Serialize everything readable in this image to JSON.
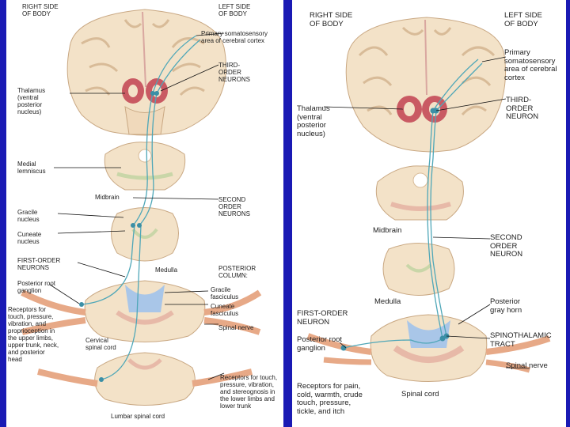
{
  "left": {
    "right_side": "RIGHT SIDE\nOF BODY",
    "left_side": "LEFT SIDE\nOF BODY",
    "somatosensory": "Primary somatosensory\narea of cerebral cortex",
    "third_order": "THIRD-\nORDER\nNEURONS",
    "thalamus": "Thalamus\n(ventral\nposterior\nnucleus)",
    "medial_lemniscus": "Medial\nlemniscus",
    "midbrain": "Midbrain",
    "second_order": "SECOND\nORDER\nNEURONS",
    "gracile_nucleus": "Gracile\nnucleus",
    "cuneate_nucleus": "Cuneate\nnucleus",
    "first_order": "FIRST-ORDER\nNEURONS",
    "medulla": "Medulla",
    "posterior_column": "POSTERIOR\nCOLUMN:",
    "posterior_root_ganglion": "Posterior root\nganglion",
    "gracile_fasciculus": "Gracile\nfasciculus",
    "cuneate_fasciculus": "Cuneate\nfasciculus",
    "receptors_upper": "Receptors for\ntouch, pressure,\nvibration, and\nproprioception in\nthe upper limbs,\nupper trunk, neck,\nand posterior\nhead",
    "spinal_nerve": "Spinal nerve",
    "cervical": "Cervical\nspinal cord",
    "receptors_lower": "Receptors for touch,\npressure, vibration,\nand stereognosis in\nthe lower limbs and\nlower trunk",
    "lumbar": "Lumbar spinal cord"
  },
  "right": {
    "right_side": "RIGHT SIDE\nOF BODY",
    "left_side": "LEFT SIDE\nOF BODY",
    "somatosensory": "Primary\nsomatosensory\narea of cerebral\ncortex",
    "thalamus": "Thalamus\n(ventral\nposterior\nnucleus)",
    "third_order": "THIRD-\nORDER\nNEURON",
    "midbrain": "Midbrain",
    "second_order": "SECOND\nORDER\nNEURON",
    "medulla": "Medulla",
    "posterior_gray_horn": "Posterior\ngray horn",
    "first_order": "FIRST-ORDER\nNEURON",
    "spinothalamic": "SPINOTHALAMIC\nTRACT",
    "posterior_root_ganglion": "Posterior root\nganglion",
    "spinal_nerve": "Spinal nerve",
    "receptors": "Receptors for pain,\ncold, warmth, crude\ntouch, pressure,\ntickle, and itch",
    "spinal_cord": "Spinal cord"
  }
}
